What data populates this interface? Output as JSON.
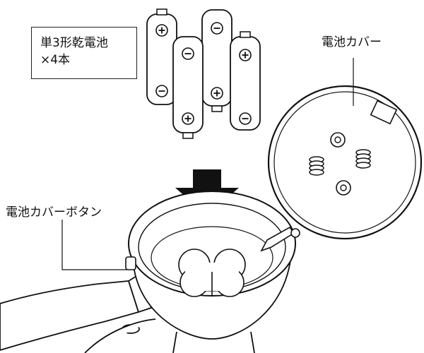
{
  "battery_label": {
    "line1": "単3形乾電池",
    "line2": "×4本"
  },
  "callouts": {
    "battery_cover": "電池カバー",
    "battery_cover_button": "電池カバーボタン"
  },
  "icons": [
    "battery-icon",
    "down-arrow-icon",
    "spring-icon",
    "plus-icon",
    "minus-icon"
  ]
}
